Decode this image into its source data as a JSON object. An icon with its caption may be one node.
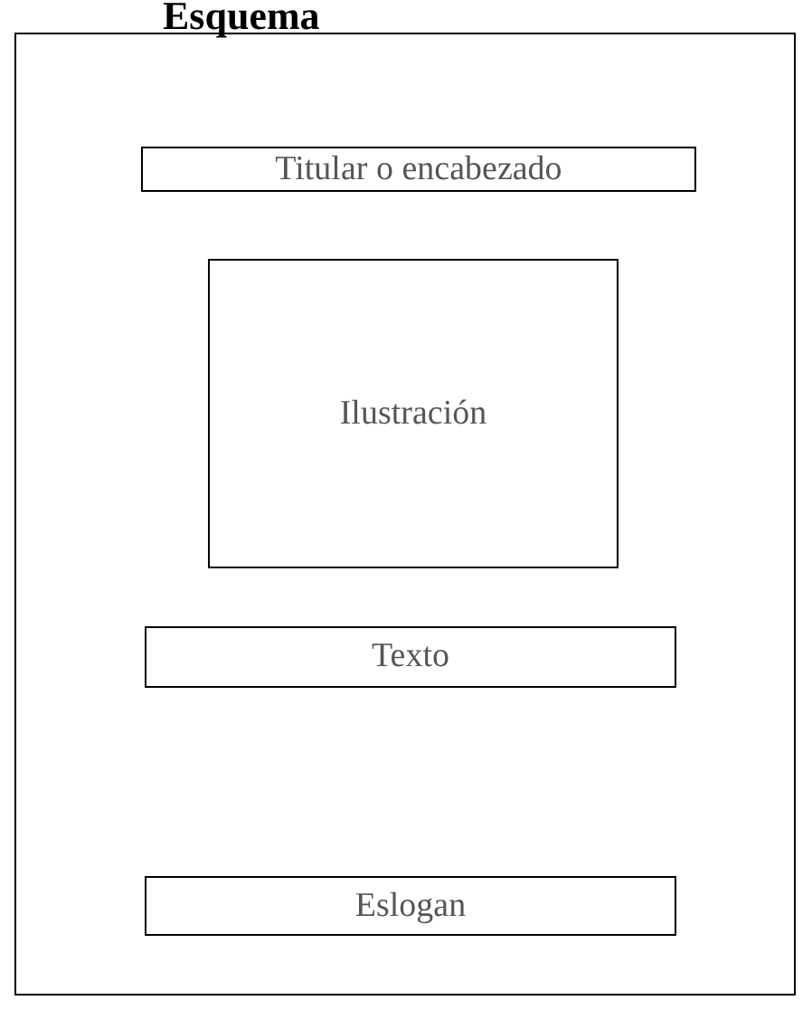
{
  "diagram": {
    "title": "Esquema",
    "nodes": [
      {
        "text": [],
        "shape": "box"
      },
      {
        "text": [
          "Titular o encabezado"
        ],
        "in": 0
      },
      {
        "text": [
          "Ilustración"
        ],
        "in": 0
      },
      {
        "text": [
          "Texto"
        ],
        "in": 0
      },
      {
        "text": [
          "Eslogan"
        ],
        "in": 0
      }
    ],
    "edges": []
  }
}
